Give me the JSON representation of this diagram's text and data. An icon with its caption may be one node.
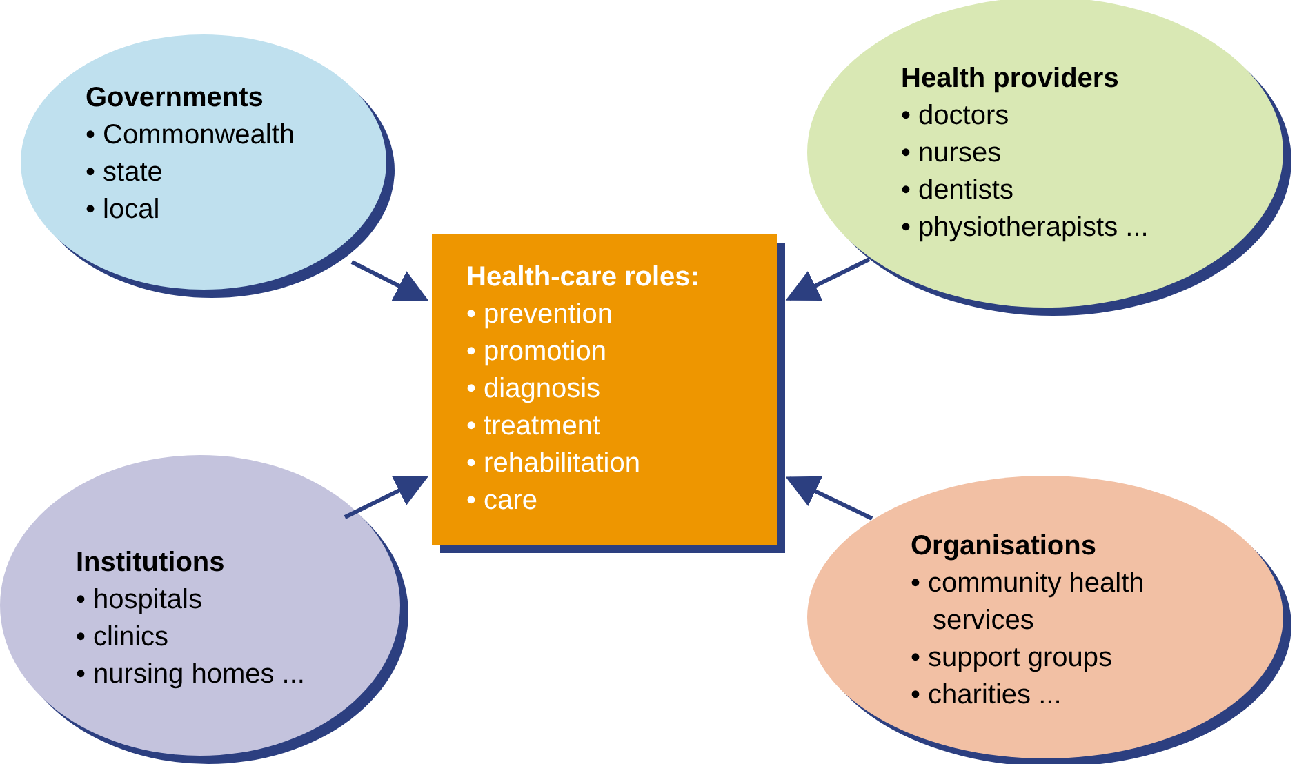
{
  "diagram": {
    "nodes": [
      {
        "text": [
          "Governments",
          "• Commonwealth",
          "• state",
          "• local"
        ]
      },
      {
        "text": [
          "Health providers",
          "• doctors",
          "• nurses",
          "• dentists",
          "• physiotherapists ..."
        ]
      },
      {
        "text": [
          "Health-care roles:",
          "• prevention",
          "• promotion",
          "• diagnosis",
          "• treatment",
          "• rehabilitation",
          "• care"
        ]
      },
      {
        "text": [
          "Institutions",
          "• hospitals",
          "• clinics",
          "• nursing homes ..."
        ]
      },
      {
        "text": [
          "Organisations",
          "• community health services",
          "• support groups",
          "• charities ..."
        ]
      }
    ],
    "edges": [
      {
        "from": 0,
        "to": 2,
        "arrow": "to"
      },
      {
        "from": 1,
        "to": 2,
        "arrow": "to"
      },
      {
        "from": 3,
        "to": 2,
        "arrow": "to"
      },
      {
        "from": 4,
        "to": 2,
        "arrow": "to"
      }
    ]
  }
}
